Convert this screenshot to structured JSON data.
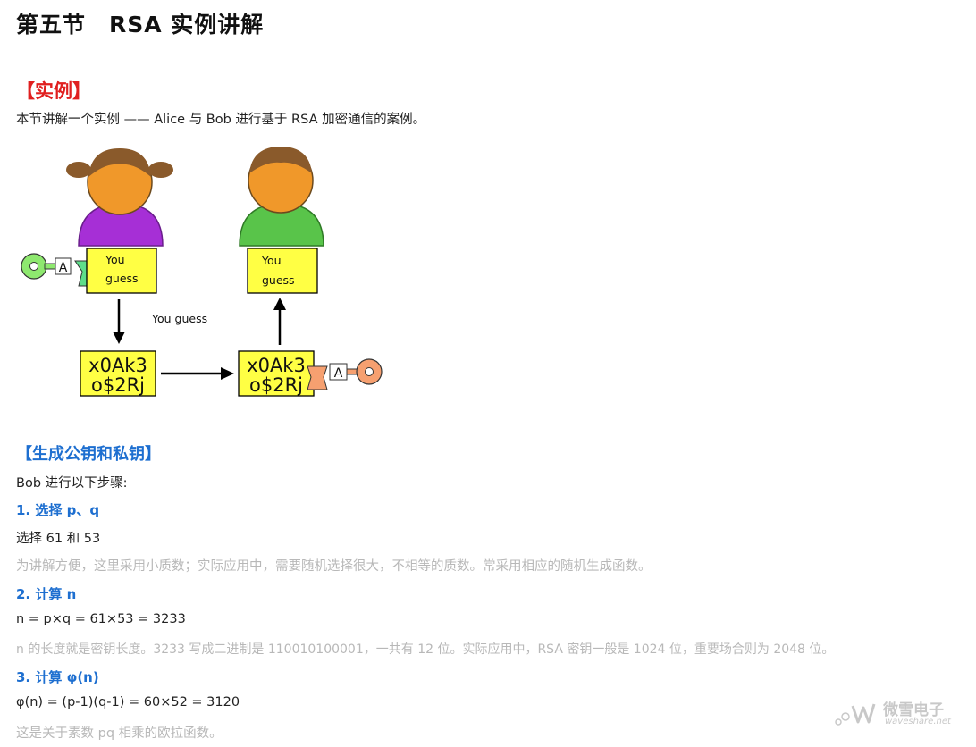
{
  "page": {
    "title": "第五节　RSA 实例讲解",
    "section_example": "【实例】",
    "intro": "本节讲解一个实例 —— Alice 与 Bob 进行基于 RSA 加密通信的案例。",
    "section_keys": "【生成公钥和私钥】",
    "bob_steps_intro": "Bob 进行以下步骤:"
  },
  "diagram": {
    "alice_box_label": "You guess",
    "bob_box_label": "You guess",
    "arrow_label": "You guess",
    "cipher_line1": "x0Ak3",
    "cipher_line2": "o$2Rj",
    "key_letter": "A",
    "colors": {
      "alice_shirt": "#a62fd6",
      "bob_shirt": "#59c44a",
      "head": "#f0982a",
      "hair": "#8a5a2b",
      "box_yellow": "#ffff44",
      "alice_key": "#8ee86f",
      "bob_key": "#f6a070"
    }
  },
  "steps": [
    {
      "heading": "1. 选择 p、q",
      "body": "选择 61 和 53",
      "note": "为讲解方便，这里采用小质数；实际应用中，需要随机选择很大，不相等的质数。常采用相应的随机生成函数。"
    },
    {
      "heading": "2. 计算 n",
      "body": "n = p×q = 61×53 = 3233",
      "note": "n 的长度就是密钥长度。3233 写成二进制是 110010100001，一共有 12 位。实际应用中，RSA 密钥一般是 1024 位，重要场合则为 2048 位。"
    },
    {
      "heading": "3. 计算 φ(n)",
      "body": "φ(n) = (p-1)(q-1) = 60×52 = 3120",
      "note": "这是关于素数 pq 相乘的欧拉函数。"
    }
  ],
  "watermark": {
    "brand": "微雪电子",
    "site": "waveshare.net"
  }
}
